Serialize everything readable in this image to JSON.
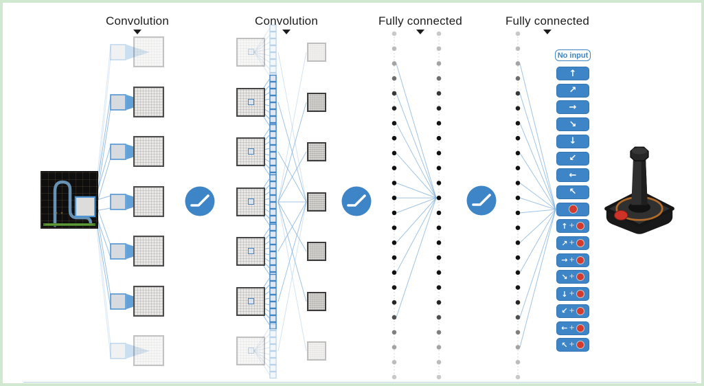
{
  "figure": {
    "title_semantic": "Deep Q-network architecture schematic",
    "layer_labels": [
      "Convolution",
      "Convolution",
      "Fully connected",
      "Fully connected"
    ],
    "architecture": {
      "conv_feature_maps_per_column": 7,
      "kernel_squares_per_fan": 8,
      "fc_dots_per_column": 24,
      "fc_dot_columns": 3
    },
    "output_panel": {
      "no_input_label": "No input",
      "direction_buttons": [
        "↑",
        "↗",
        "→",
        "↘",
        "↓",
        "↙",
        "←",
        "↖"
      ],
      "fire_button": "red-fire-dot",
      "combo_direction_buttons": [
        "↑",
        "↗",
        "→",
        "↘",
        "↓",
        "↙",
        "←",
        "↖"
      ],
      "combo_separator": "+"
    },
    "icons": {
      "activation": "relu-activation-icon",
      "input_device": "atari-joystick-icon",
      "label_marker": "triangle-down-marker"
    },
    "colors": {
      "accent_blue": "#3d85c6",
      "wire_blue": "#7fafdc",
      "beam_blue": "#4f94d4",
      "button_red": "#d23b2f",
      "frame_green": "#cfe8cf",
      "track_blue": "#76a8d0",
      "ground_green": "#55882f",
      "joystick_body": "#272727",
      "joystick_ring_orange": "#b06a2a"
    },
    "fc_dot_shades": [
      "#c9c9c9",
      "#bcbcbc",
      "#a3a3a3",
      "#6f6f6f",
      "#383838",
      "#1f1f1f",
      "#141414",
      "#111111",
      "#111111",
      "#111111",
      "#111111",
      "#111111",
      "#111111",
      "#111111",
      "#111111",
      "#111111",
      "#111111",
      "#161616",
      "#242424",
      "#4f4f4f",
      "#7f7f7f",
      "#a3a3a3",
      "#bcbcbc",
      "#c9c9c9"
    ]
  }
}
